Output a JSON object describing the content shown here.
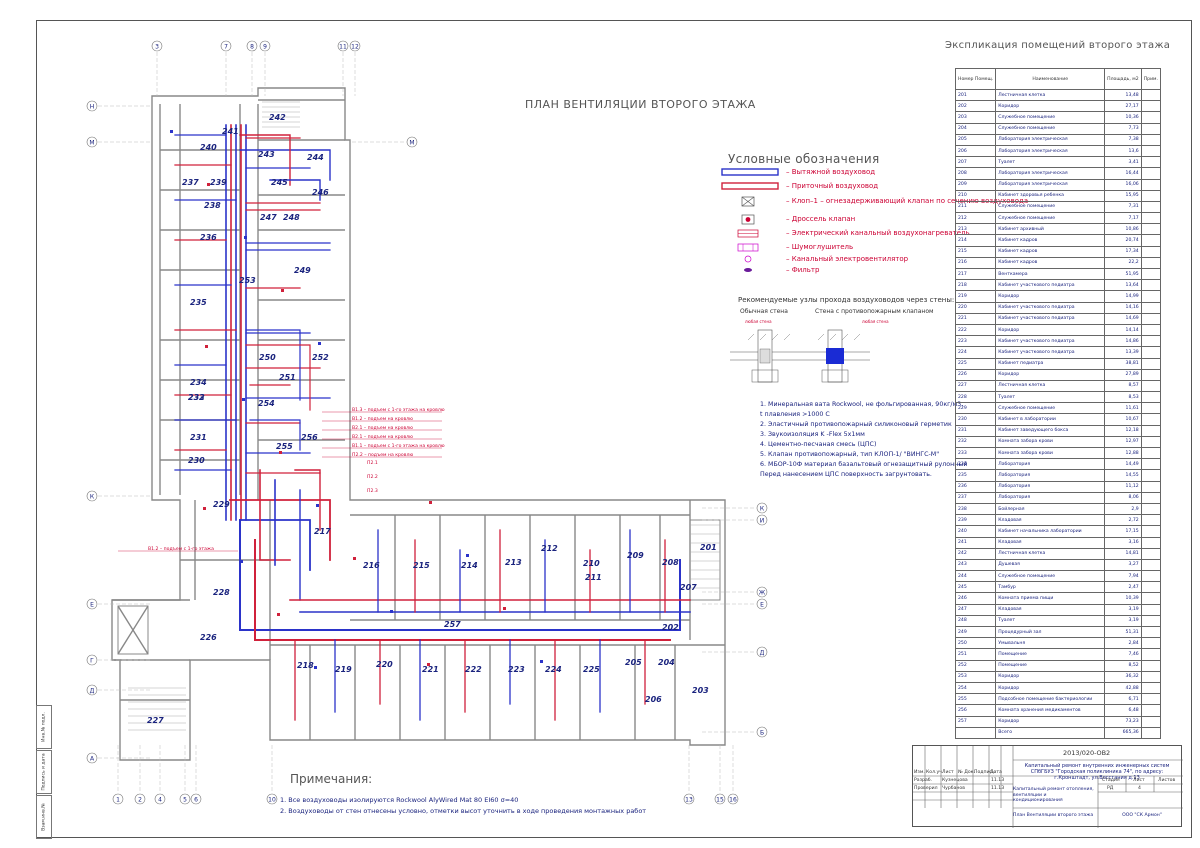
{
  "plan_title": "ПЛАН ВЕНТИЛЯЦИИ ВТОРОГО ЭТАЖА",
  "legend": {
    "title": "Условные обозначения",
    "items": [
      {
        "label": "– Вытяжной воздуховод",
        "symbol": "exhaust-duct-symbol"
      },
      {
        "label": "– Приточный воздуховод",
        "symbol": "supply-duct-symbol"
      },
      {
        "label": "– Клоп–1 – огнезадерживающий клапан по сечению воздуховода",
        "symbol": "fire-damper-symbol"
      },
      {
        "label": "– Дроссель клапан",
        "symbol": "throttle-valve-symbol"
      },
      {
        "label": "– Электрический канальный воздухонагреватель",
        "symbol": "heater-symbol"
      },
      {
        "label": "– Шумоглушитель",
        "symbol": "silencer-symbol"
      },
      {
        "label": "– Канальный электровентилятор",
        "symbol": "fan-symbol"
      },
      {
        "label": "– Фильтр",
        "symbol": "filter-symbol"
      }
    ]
  },
  "wall_nodes": {
    "title": "Рекомендуемые узлы прохода воздуховодов через стены:",
    "ordinary": "Обычная стена",
    "fire": "Стена с противопожарным клапаном",
    "ordinary_tag": "любая стена",
    "fire_tag": "любая стена"
  },
  "wall_notes": [
    "1.  Минеральная вата Rockwool, не фольгированная, 90кг/м3,",
    "     t плавления >1000 С",
    "2.  Эластичный противопожарный силиконовый герметик",
    "3.  Звукоизоляция K -Flex 5х1мм",
    "4.  Цементно-песчаная смесь (ЦПС)",
    "5.  Клапан противопожарный, тип КЛОП-1/ \"ВИНГС-М\"",
    "6.  МБОР-10Ф материал базальтовый огнезащитный рулонный",
    "Перед нанесением ЦПС поверхность загрунтовать."
  ],
  "notes": {
    "title": "Примечания:",
    "items": [
      "1.  Все воздуховоды изолируются Rockwool AlуWired Mat 80 EI60 σ=40",
      "2.  Воздуховоды от стен отнесены условно, отметки высот уточнить в ходе проведения монтажных работ"
    ]
  },
  "explication": {
    "title": "Экспликация помещений второго этажа",
    "headers": [
      "Номер Помещ.",
      "Наименование",
      "Площадь, м2",
      "Прим."
    ],
    "rows": [
      [
        "201",
        "Лестничная клетка",
        "13,48"
      ],
      [
        "202",
        "Коридор",
        "27,17"
      ],
      [
        "203",
        "Служебное помещение",
        "10,36"
      ],
      [
        "204",
        "Служебное помещение",
        "7,73"
      ],
      [
        "205",
        "Лаборатория электрическая",
        "7,38"
      ],
      [
        "206",
        "Лаборатория электрическая",
        "13,6"
      ],
      [
        "207",
        "Туалет",
        "3,41"
      ],
      [
        "208",
        "Лаборатория электрическая",
        "16,44"
      ],
      [
        "209",
        "Лаборатория электрическая",
        "16,06"
      ],
      [
        "210",
        "Кабинет здоровья ребенка",
        "15,95"
      ],
      [
        "211",
        "Служебное помещение",
        "7,31"
      ],
      [
        "212",
        "Служебное помещение",
        "7,17"
      ],
      [
        "213",
        "Кабинет архивный",
        "10,86"
      ],
      [
        "214",
        "Кабинет кадров",
        "20,74"
      ],
      [
        "215",
        "Кабинет кадров",
        "17,34"
      ],
      [
        "216",
        "Кабинет кадров",
        "22,2"
      ],
      [
        "217",
        "Венткамера",
        "51,95"
      ],
      [
        "218",
        "Кабинет участкового педиатра",
        "13,64"
      ],
      [
        "219",
        "Коридор",
        "14,99"
      ],
      [
        "220",
        "Кабинет участкового педиатра",
        "14,16"
      ],
      [
        "221",
        "Кабинет участкового педиатра",
        "14,69"
      ],
      [
        "222",
        "Коридор",
        "14,14"
      ],
      [
        "223",
        "Кабинет участкового педиатра",
        "14,86"
      ],
      [
        "224",
        "Кабинет участкового педиатра",
        "13,39"
      ],
      [
        "225",
        "Кабинет педиатра",
        "38,81"
      ],
      [
        "226",
        "Коридор",
        "27,89"
      ],
      [
        "227",
        "Лестничная клетка",
        "8,57"
      ],
      [
        "228",
        "Туалет",
        "8,53"
      ],
      [
        "229",
        "Служебное помещение",
        "11,61"
      ],
      [
        "230",
        "Кабинет в лаборатории",
        "10,67"
      ],
      [
        "231",
        "Кабинет заведующего бокса",
        "12,18"
      ],
      [
        "232",
        "Комната забора крови",
        "12,97"
      ],
      [
        "233",
        "Комната забора крови",
        "12,88"
      ],
      [
        "234",
        "Лаборатория",
        "14,49"
      ],
      [
        "235",
        "Лаборатория",
        "14,55"
      ],
      [
        "236",
        "Лаборатория",
        "11,12"
      ],
      [
        "237",
        "Лаборатория",
        "8,06"
      ],
      [
        "238",
        "Бойлерная",
        "2,9"
      ],
      [
        "239",
        "Кладовая",
        "2,72"
      ],
      [
        "240",
        "Кабинет начальника лаборатории",
        "17,15"
      ],
      [
        "241",
        "Кладовая",
        "3,16"
      ],
      [
        "242",
        "Лестничная клетка",
        "14,81"
      ],
      [
        "243",
        "Душевая",
        "3,27"
      ],
      [
        "244",
        "Служебное помещение",
        "7,94"
      ],
      [
        "245",
        "Тамбур",
        "2,47"
      ],
      [
        "246",
        "Комната приема пищи",
        "10,39"
      ],
      [
        "247",
        "Кладовая",
        "3,19"
      ],
      [
        "248",
        "Туалет",
        "3,19"
      ],
      [
        "249",
        "Процедурный зал",
        "51,31"
      ],
      [
        "250",
        "Умывальня",
        "2,84"
      ],
      [
        "251",
        "Помещение",
        "7,46"
      ],
      [
        "252",
        "Помещение",
        "8,52"
      ],
      [
        "253",
        "Коридор",
        "36,32"
      ],
      [
        "254",
        "Коридор",
        "42,88"
      ],
      [
        "255",
        "Подсобное помещение бактериологии",
        "6,71"
      ],
      [
        "256",
        "Комната хранения медикаментов",
        "6,48"
      ],
      [
        "257",
        "Коридор",
        "73,23"
      ],
      [
        "",
        "Всего",
        "665,36"
      ]
    ]
  },
  "stamp": {
    "code": "2013/020-ОВ2",
    "object": "Капитальный ремонт внутренних инженерных систем СПбГБУЗ \"Городская поликлиника  74\", по адресу: г.Кронштадт, ул.Восстания д.13",
    "section": "Капитальный ремонт отопления, вентиляции и кондиционирования",
    "sheet_name": "План Вентиляции второго этажа",
    "org": "ООО \"СК Армон\"",
    "stage_hdr": "Стадия",
    "sheet_hdr": "Лист",
    "sheets_hdr": "Листов",
    "stage": "РД",
    "sheet": "4",
    "head_cells": [
      "Изм.",
      "Кол.уч.",
      "Лист",
      "№ Док.",
      "Подпись",
      "Дата"
    ],
    "roles": [
      {
        "role": "Разраб.",
        "name": "Кузнецова",
        "date": "11.13"
      },
      {
        "role": "Проверил",
        "name": "Чурбанов",
        "date": "11.13"
      }
    ]
  },
  "sidebar": [
    "Инв.№ подл.",
    "Подпись и дата",
    "Взам.инв.№"
  ],
  "axes": {
    "top": [
      "3",
      "7",
      "8",
      "9",
      "11",
      "12"
    ],
    "bottom": [
      "1",
      "2",
      "4",
      "5",
      "6",
      "10",
      "13",
      "15",
      "16"
    ],
    "left": [
      "Н",
      "М",
      "К",
      "Е",
      "Г",
      "Д",
      "А"
    ],
    "right": [
      "М",
      "К",
      "И",
      "Ж",
      "Е",
      "Д",
      "Б"
    ]
  },
  "rooms": [
    {
      "n": "241"
    },
    {
      "n": "242"
    },
    {
      "n": "240"
    },
    {
      "n": "243"
    },
    {
      "n": "244"
    },
    {
      "n": "245"
    },
    {
      "n": "246"
    },
    {
      "n": "237"
    },
    {
      "n": "239"
    },
    {
      "n": "238"
    },
    {
      "n": "247"
    },
    {
      "n": "248"
    },
    {
      "n": "236"
    },
    {
      "n": "249"
    },
    {
      "n": "253"
    },
    {
      "n": "235"
    },
    {
      "n": "250"
    },
    {
      "n": "252"
    },
    {
      "n": "251"
    },
    {
      "n": "234"
    },
    {
      "n": "233"
    },
    {
      "n": "232"
    },
    {
      "n": "254"
    },
    {
      "n": "231"
    },
    {
      "n": "256"
    },
    {
      "n": "255"
    },
    {
      "n": "230"
    },
    {
      "n": "229"
    },
    {
      "n": "217"
    },
    {
      "n": "228"
    },
    {
      "n": "226"
    },
    {
      "n": "227"
    },
    {
      "n": "216"
    },
    {
      "n": "215"
    },
    {
      "n": "214"
    },
    {
      "n": "213"
    },
    {
      "n": "212"
    },
    {
      "n": "211"
    },
    {
      "n": "210"
    },
    {
      "n": "209"
    },
    {
      "n": "208"
    },
    {
      "n": "207"
    },
    {
      "n": "201"
    },
    {
      "n": "202"
    },
    {
      "n": "257"
    },
    {
      "n": "218"
    },
    {
      "n": "219"
    },
    {
      "n": "220"
    },
    {
      "n": "221"
    },
    {
      "n": "222"
    },
    {
      "n": "223"
    },
    {
      "n": "224"
    },
    {
      "n": "225"
    },
    {
      "n": "205"
    },
    {
      "n": "204"
    },
    {
      "n": "206"
    },
    {
      "n": "203"
    }
  ],
  "riser_notes": [
    "В1.3 – подъем с 1-го этажа на кровлю",
    "В1.2 – подъем на кровлю",
    "В2.1 – подъем на кровлю",
    "В2.1 – подъем на кровлю",
    "В1.1 – подъем с 1-го этажа на кровлю",
    "П2.2 – подъем на кровлю",
    "В1.2 – подъем с 1-го этажа"
  ],
  "system_tags": [
    "П2.1",
    "П2.2",
    "П2.3"
  ]
}
